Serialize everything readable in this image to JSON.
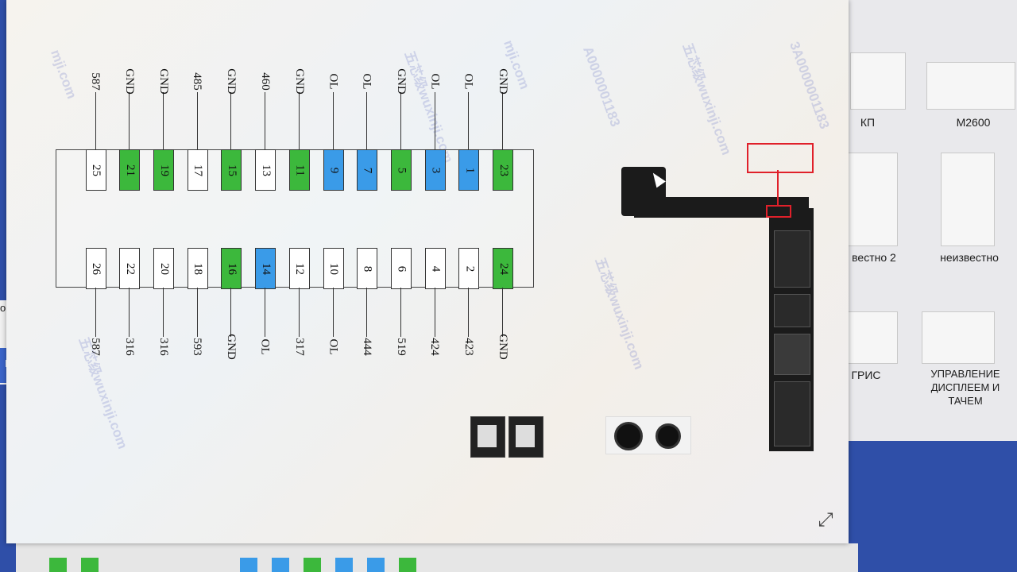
{
  "background_app": {
    "tiles": [
      {
        "label": "КП"
      },
      {
        "label": "M2600"
      },
      {
        "label": "вестно 2"
      },
      {
        "label": "неизвестно"
      },
      {
        "label": "ГРИС"
      },
      {
        "label": "УПРАВЛЕНИЕ ДИСПЛЕЕМ И ТАЧЕМ"
      }
    ],
    "left_fragments": [
      "огр",
      "Во"
    ]
  },
  "viewer": {
    "watermark_texts": [
      "mji.com",
      "五芯级wuxinji.com",
      "3A0000001183",
      "A0000001183"
    ],
    "top_row": [
      {
        "pin": "23",
        "signal": "GND",
        "color": "#3cb83c"
      },
      {
        "pin": "1",
        "signal": "OL",
        "color": "#3a9be8"
      },
      {
        "pin": "3",
        "signal": "OL",
        "color": "#3a9be8"
      },
      {
        "pin": "5",
        "signal": "GND",
        "color": "#3cb83c"
      },
      {
        "pin": "7",
        "signal": "OL",
        "color": "#3a9be8"
      },
      {
        "pin": "9",
        "signal": "OL",
        "color": "#3a9be8"
      },
      {
        "pin": "11",
        "signal": "GND",
        "color": "#3cb83c"
      },
      {
        "pin": "13",
        "signal": "460",
        "color": "#ffffff"
      },
      {
        "pin": "15",
        "signal": "GND",
        "color": "#3cb83c"
      },
      {
        "pin": "17",
        "signal": "485",
        "color": "#ffffff"
      },
      {
        "pin": "19",
        "signal": "GND",
        "color": "#3cb83c"
      },
      {
        "pin": "21",
        "signal": "GND",
        "color": "#3cb83c"
      },
      {
        "pin": "25",
        "signal": "587",
        "color": "#ffffff"
      }
    ],
    "bottom_row": [
      {
        "pin": "24",
        "signal": "GND",
        "color": "#3cb83c"
      },
      {
        "pin": "2",
        "signal": "423",
        "color": "#ffffff"
      },
      {
        "pin": "4",
        "signal": "424",
        "color": "#ffffff"
      },
      {
        "pin": "6",
        "signal": "519",
        "color": "#ffffff"
      },
      {
        "pin": "8",
        "signal": "444",
        "color": "#ffffff"
      },
      {
        "pin": "10",
        "signal": "OL",
        "color": "#ffffff"
      },
      {
        "pin": "12",
        "signal": "317",
        "color": "#ffffff"
      },
      {
        "pin": "14",
        "signal": "OL",
        "color": "#3a9be8"
      },
      {
        "pin": "16",
        "signal": "GND",
        "color": "#3cb83c"
      },
      {
        "pin": "18",
        "signal": "593",
        "color": "#ffffff"
      },
      {
        "pin": "20",
        "signal": "316",
        "color": "#ffffff"
      },
      {
        "pin": "22",
        "signal": "316",
        "color": "#ffffff"
      },
      {
        "pin": "26",
        "signal": "587",
        "color": "#ffffff"
      }
    ],
    "expand_icon": "expand-icon",
    "highlight_color": "#e0202a"
  }
}
